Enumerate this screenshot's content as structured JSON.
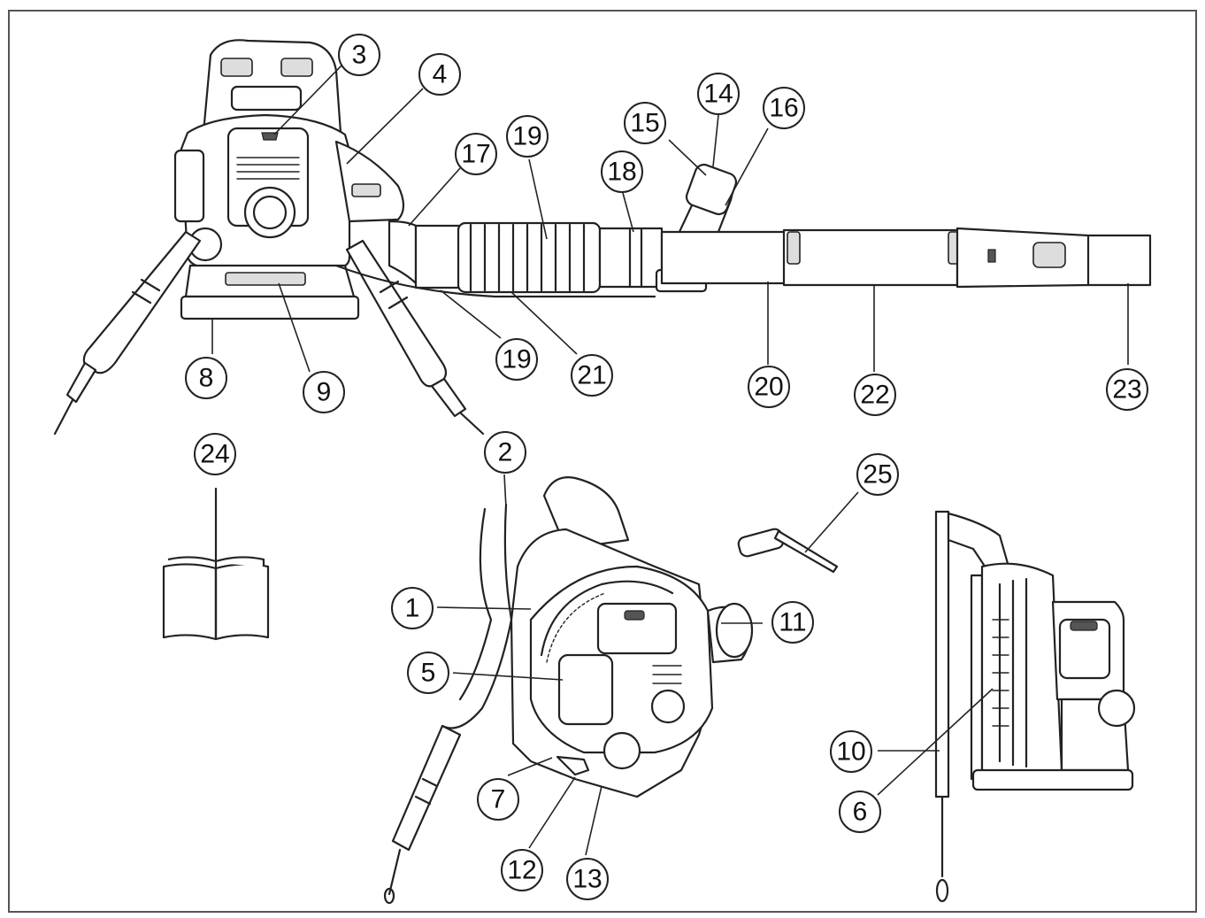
{
  "callouts": [
    {
      "id": "c3",
      "label": "3"
    },
    {
      "id": "c4",
      "label": "4"
    },
    {
      "id": "c17",
      "label": "17"
    },
    {
      "id": "c19a",
      "label": "19"
    },
    {
      "id": "c18",
      "label": "18"
    },
    {
      "id": "c15",
      "label": "15"
    },
    {
      "id": "c14",
      "label": "14"
    },
    {
      "id": "c16",
      "label": "16"
    },
    {
      "id": "c8",
      "label": "8"
    },
    {
      "id": "c9",
      "label": "9"
    },
    {
      "id": "c19b",
      "label": "19"
    },
    {
      "id": "c21",
      "label": "21"
    },
    {
      "id": "c20",
      "label": "20"
    },
    {
      "id": "c22",
      "label": "22"
    },
    {
      "id": "c23",
      "label": "23"
    },
    {
      "id": "c24",
      "label": "24"
    },
    {
      "id": "c2",
      "label": "2"
    },
    {
      "id": "c25",
      "label": "25"
    },
    {
      "id": "c1",
      "label": "1"
    },
    {
      "id": "c11",
      "label": "11"
    },
    {
      "id": "c5",
      "label": "5"
    },
    {
      "id": "c7",
      "label": "7"
    },
    {
      "id": "c12",
      "label": "12"
    },
    {
      "id": "c13",
      "label": "13"
    },
    {
      "id": "c10",
      "label": "10"
    },
    {
      "id": "c6",
      "label": "6"
    }
  ],
  "colors": {
    "line": "#222222",
    "background": "#ffffff"
  }
}
